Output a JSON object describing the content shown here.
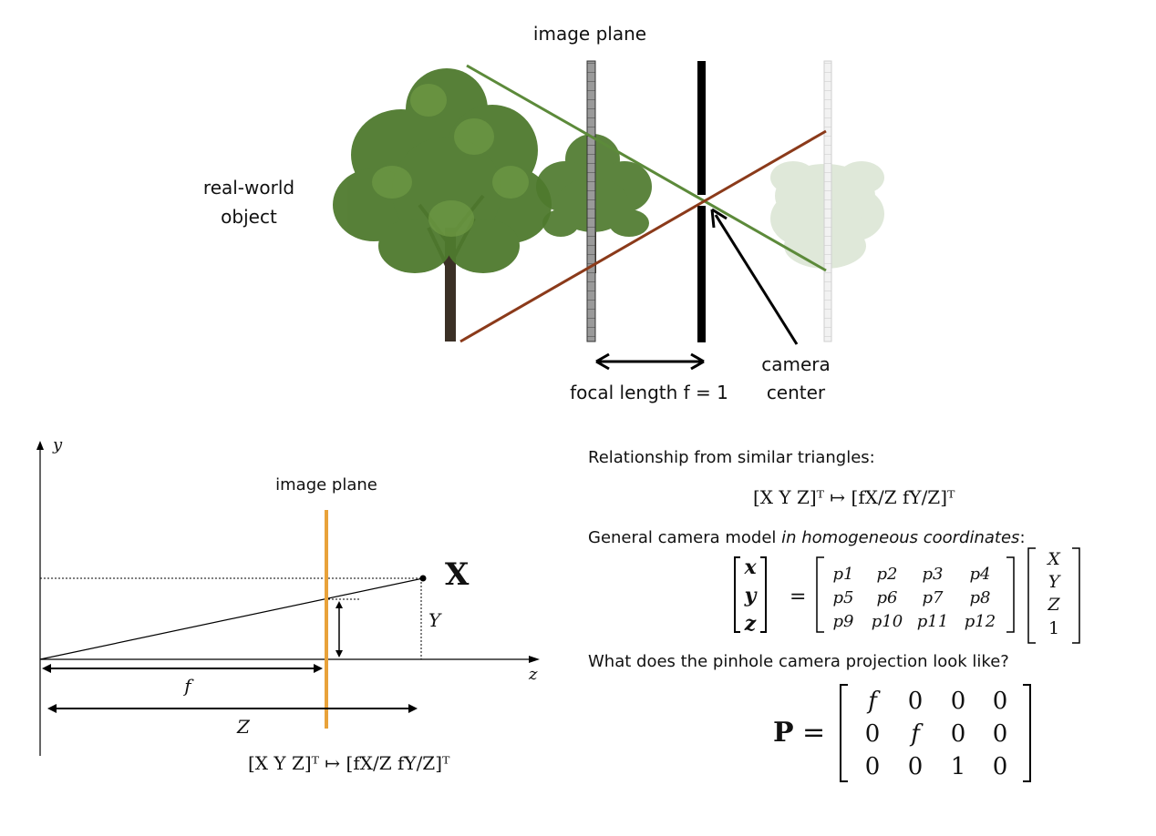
{
  "top_diagram": {
    "image_plane_label": "image plane",
    "object_label_line1": "real-world",
    "object_label_line2": "object",
    "focal_label": "focal length f = 1",
    "center_label_line1": "camera",
    "center_label_line2": "center",
    "colors": {
      "ray_upper": "#5c8a3a",
      "ray_lower": "#8b3a1a",
      "foliage": "#4f7a2e",
      "trunk": "#3b3026"
    }
  },
  "bottom_diagram": {
    "axis_y": "y",
    "axis_z": "z",
    "image_plane_label": "image plane",
    "point_label": "X",
    "label_Y": "Y",
    "label_f": "f",
    "label_Z": "Z",
    "formula": "[X   Y   Z]ᵀ ↦ [fX/Z   fY/Z]ᵀ",
    "colors": {
      "image_plane": "#e8a23a"
    }
  },
  "right_text": {
    "similar_triangles": "Relationship from similar triangles:",
    "formula": "[X   Y   Z]ᵀ ↦ [fX/Z   fY/Z]ᵀ",
    "general_model_prefix": "General camera model ",
    "general_model_italic": "in homogeneous coordinates",
    "general_model_suffix": ":",
    "lhs": [
      "x",
      "y",
      "z"
    ],
    "matrix": [
      [
        "p1",
        "p2",
        "p3",
        "p4"
      ],
      [
        "p5",
        "p6",
        "p7",
        "p8"
      ],
      [
        "p9",
        "p10",
        "p11",
        "p12"
      ]
    ],
    "rhs": [
      "X",
      "Y",
      "Z",
      "1"
    ],
    "question": "What does the pinhole camera projection look like?",
    "P_label": "P",
    "P_matrix": [
      [
        "f",
        "0",
        "0",
        "0"
      ],
      [
        "0",
        "f",
        "0",
        "0"
      ],
      [
        "0",
        "0",
        "1",
        "0"
      ]
    ]
  }
}
